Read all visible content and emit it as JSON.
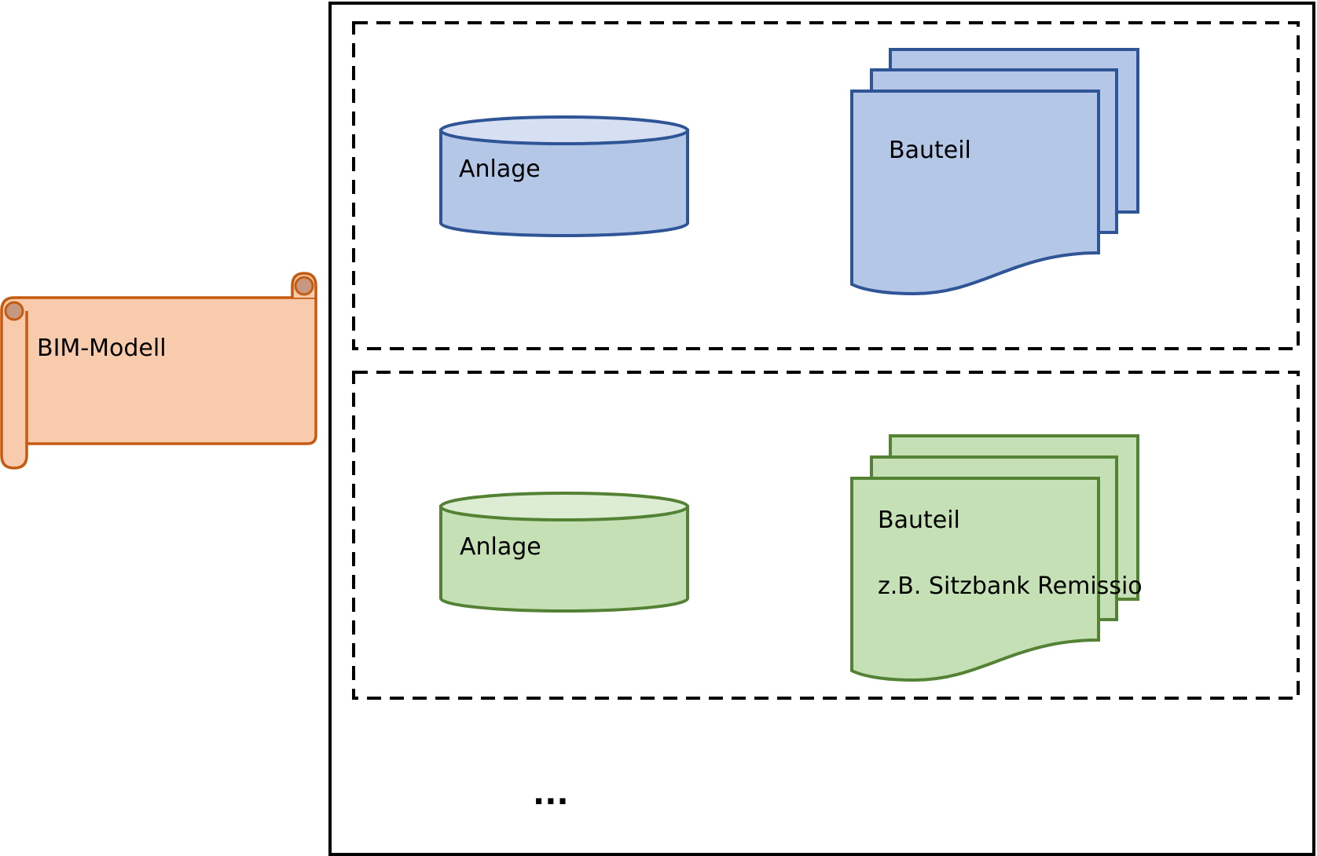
{
  "bim_model": {
    "label": "BIM-Modell",
    "fill": "#F8CBAD",
    "stroke": "#C55A11",
    "curl_fill": "#C6987F"
  },
  "groups": [
    {
      "anlage_label": "Anlage",
      "bauteil_label": "Bauteil",
      "bauteil_example": "",
      "fill": "#B4C7E7",
      "top_fill": "#D6E0F2",
      "stroke": "#2F5597"
    },
    {
      "anlage_label": "Anlage",
      "bauteil_label": "Bauteil",
      "bauteil_example": "z.B. Sitzbank Remissio",
      "fill": "#C5E0B4",
      "top_fill": "#DDEDD3",
      "stroke": "#548235"
    }
  ],
  "ellipsis": "..."
}
